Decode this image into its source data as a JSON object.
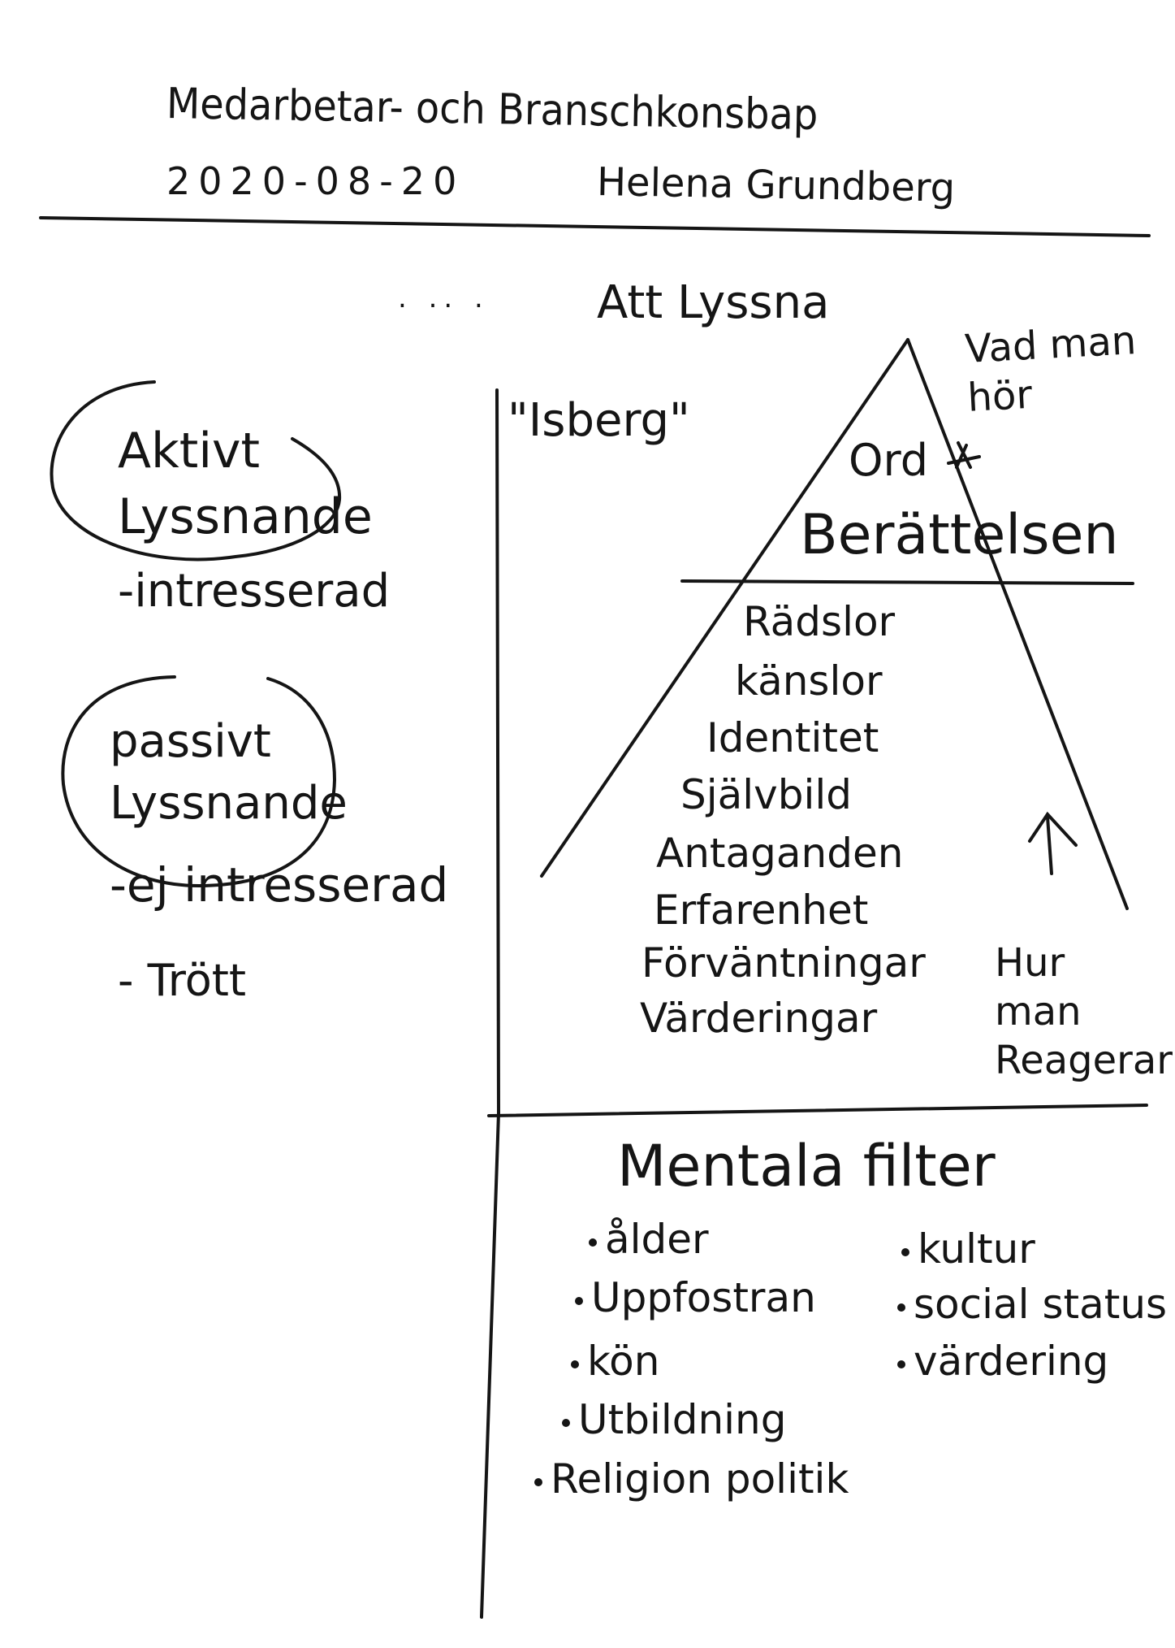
{
  "header": {
    "title": "Medarbetar- och Branschkonsbap",
    "date": "2020-08-20",
    "author": "Helena Grundberg"
  },
  "heading": "Att Lyssna",
  "margin_dots": ". .. .",
  "left": {
    "active": {
      "line1": "Aktivt",
      "line2": "Lyssnande",
      "note": "-intresserad"
    },
    "passive": {
      "line1": "passivt",
      "line2": "Lyssnande",
      "note1": "-ej intresserad",
      "note2": "- Trött"
    }
  },
  "iceberg": {
    "label": "\"Isberg\"",
    "what_you_hear": {
      "line1": "Vad man",
      "line2": "hör"
    },
    "tip_word": "Ord",
    "tip_story": "Berättelsen",
    "below_items": [
      "Rädslor",
      "känslor",
      "Identitet",
      "Självbild",
      "Antaganden",
      "Erfarenhet",
      "Förväntningar",
      "Värderingar"
    ],
    "react": {
      "line1": "Hur",
      "line2": "man",
      "line3": "Reagerar"
    }
  },
  "filters": {
    "title": "Mentala filter",
    "left_items": [
      "ålder",
      "Uppfostran",
      "kön",
      "Utbildning",
      "Religion politik"
    ],
    "right_items": [
      "kultur",
      "social status",
      "värdering"
    ]
  }
}
